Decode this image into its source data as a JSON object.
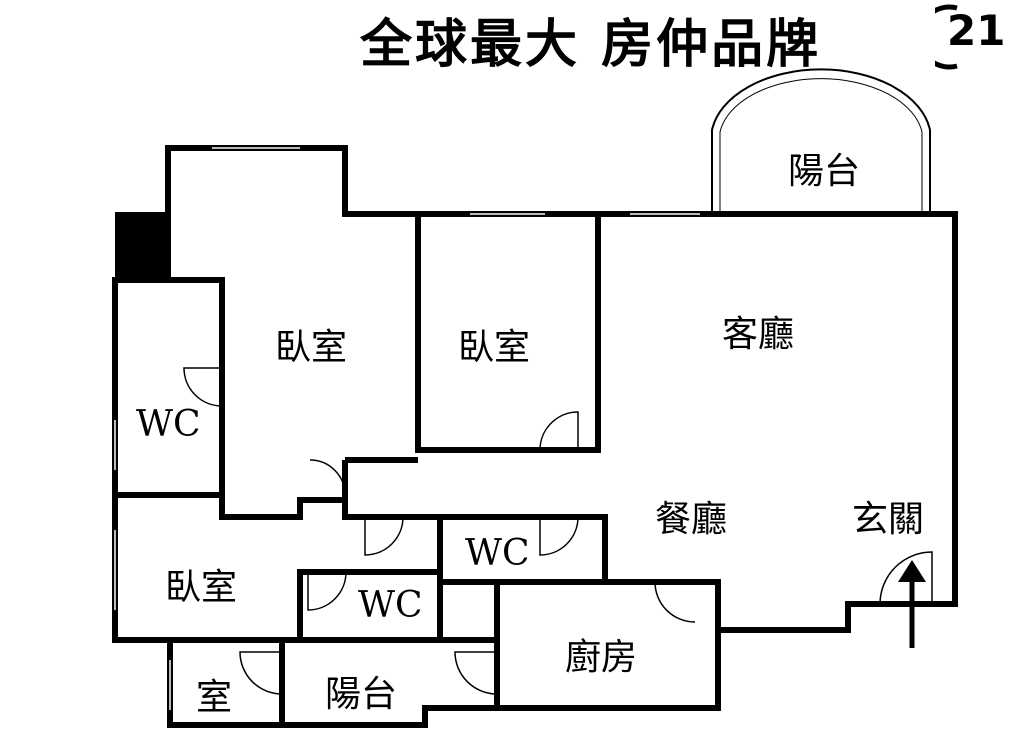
{
  "header": {
    "slogan": "全球最大 房仲品牌",
    "logo_number": "21"
  },
  "rooms": {
    "balcony_top": "陽台",
    "bedroom_1": "臥室",
    "bedroom_2": "臥室",
    "living_room": "客廳",
    "wc_1": "WC",
    "dining_room": "餐廳",
    "entrance": "玄關",
    "wc_2": "WC",
    "bedroom_3": "臥室",
    "wc_3": "WC",
    "kitchen": "廚房",
    "small_room": "室",
    "balcony_bottom": "陽台"
  },
  "colors": {
    "wall": "#000000",
    "background": "#ffffff"
  }
}
